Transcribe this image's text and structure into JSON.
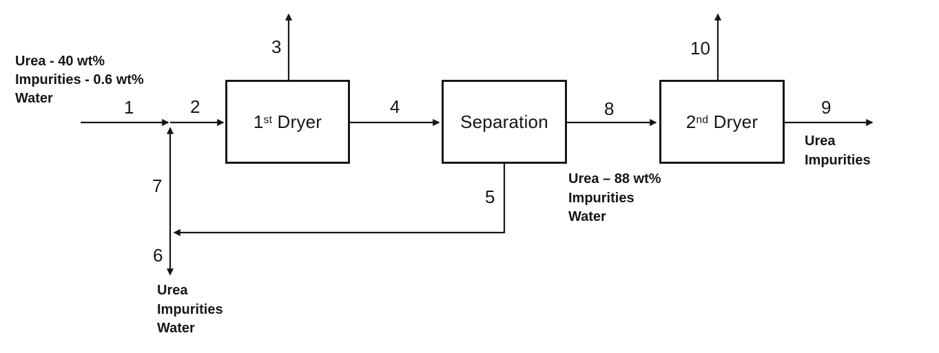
{
  "colors": {
    "ink": "#161616",
    "background": "#ffffff"
  },
  "units": [
    {
      "id": "first-dryer",
      "label": {
        "base": "1",
        "sup": "st",
        "rest": " Dryer"
      }
    },
    {
      "id": "separation",
      "label": {
        "base": "Separation",
        "sup": "",
        "rest": ""
      }
    },
    {
      "id": "second-dryer",
      "label": {
        "base": "2",
        "sup": "nd",
        "rest": " Dryer"
      }
    }
  ],
  "streams": {
    "s1": "1",
    "s2": "2",
    "s3": "3",
    "s4": "4",
    "s5": "5",
    "s6": "6",
    "s7": "7",
    "s8": "8",
    "s9": "9",
    "s10": "10"
  },
  "annotations": {
    "feed": {
      "line1": "Urea - 40 wt%",
      "line2": "Impurities - 0.6 wt%",
      "line3": "Water"
    },
    "separation_out": {
      "line1": "Urea – 88 wt%",
      "line2": "Impurities",
      "line3": "Water"
    },
    "product": {
      "line1": "Urea",
      "line2": "Impurities"
    },
    "purge": {
      "line1": "Urea",
      "line2": "Impurities",
      "line3": "Water"
    }
  }
}
